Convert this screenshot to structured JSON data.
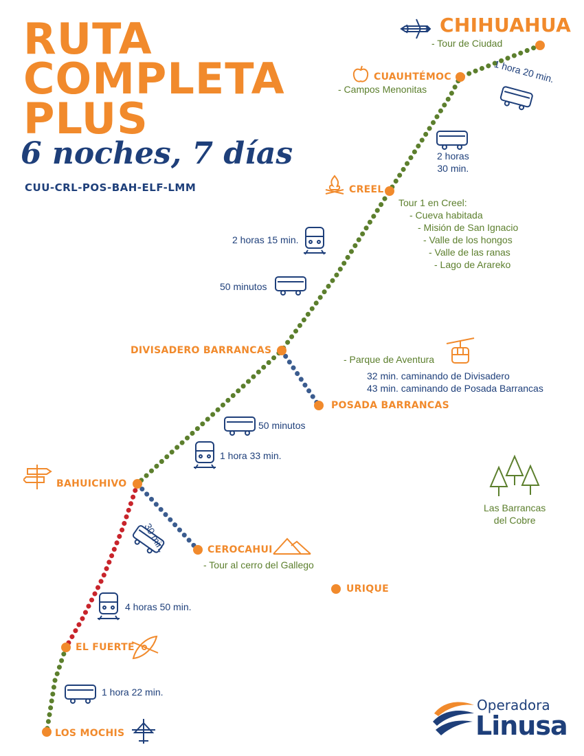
{
  "title": {
    "line1": "RUTA",
    "line2": "COMPLETA",
    "line3": "PLUS",
    "subtitle": "6 noches, 7 días",
    "codes": "CUU-CRL-POS-BAH-ELF-LMM"
  },
  "stops": {
    "chihuahua": {
      "name": "CHIHUAHUA",
      "note": "- Tour de Ciudad"
    },
    "cuauhtemoc": {
      "name": "CUAUHTÉMOC",
      "note": "- Campos Menonitas"
    },
    "creel": {
      "name": "CREEL",
      "tour_title": "Tour 1 en Creel:",
      "tour_items": [
        "- Cueva habitada",
        "- Misión de San Ignacio",
        "- Valle de los hongos",
        "- Valle de las ranas",
        "- Lago de Arareko"
      ]
    },
    "divisadero": {
      "name": "DIVISADERO BARRANCAS",
      "note": "- Parque de Aventura",
      "walk1": "32 min. caminando de Divisadero",
      "walk2": "43 min. caminando de Posada Barrancas"
    },
    "posada": {
      "name": "POSADA BARRANCAS"
    },
    "bahuichivo": {
      "name": "BAHUICHIVO"
    },
    "cerocahui": {
      "name": "CEROCAHUI",
      "note": "- Tour al cerro del Gallego"
    },
    "urique": {
      "name": "URIQUE"
    },
    "el_fuerte": {
      "name": "EL FUERTE"
    },
    "los_mochis": {
      "name": "LOS MOCHIS"
    }
  },
  "durations": {
    "chi_cuau": "1 hora 20 min.",
    "cuau_creel_a": "2 horas",
    "cuau_creel_b": "30 min.",
    "creel_train": "2 horas 15 min.",
    "creel_bus": "50 minutos",
    "div_bus": "50 minutos",
    "div_train": "1 hora 33 min.",
    "bah_cero": "30 min.",
    "bah_train": "4 horas 50 min.",
    "mochis_bus": "1 hora 22 min."
  },
  "landmark": {
    "line1": "Las Barrancas",
    "line2": "del Cobre"
  },
  "brand": {
    "line1": "Operadora",
    "line2": "Linusa"
  },
  "colors": {
    "orange": "#f18a2c",
    "navy": "#1e3f7a",
    "green": "#5c7f2d",
    "red": "#c8242b"
  },
  "icons": [
    "plane-icon",
    "apple-icon",
    "campfire-icon",
    "bus-icon",
    "train-icon",
    "cable-car-icon",
    "signpost-icon",
    "mountains-icon",
    "kayak-icon",
    "pine-trees-icon"
  ]
}
